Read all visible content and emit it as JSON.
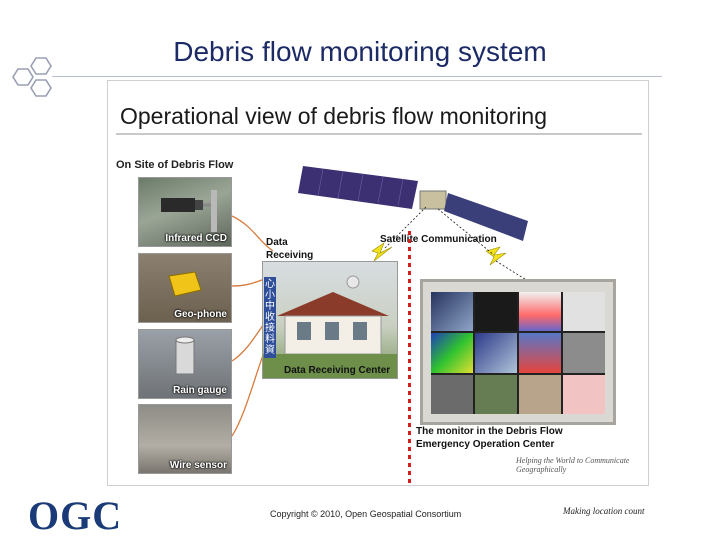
{
  "slide": {
    "title": "Debris flow monitoring system",
    "copyright": "Copyright © 2010, Open Geospatial Consortium",
    "tagline": "Making location count",
    "logo_text": "OGC"
  },
  "figure": {
    "title": "Operational view of debris flow monitoring",
    "site_label": "On Site of Debris Flow",
    "sensors": [
      {
        "label": "Infrared CCD"
      },
      {
        "label": "Geo-phone"
      },
      {
        "label": "Rain gauge"
      },
      {
        "label": "Wire sensor"
      }
    ],
    "data_receiving": "Data\nReceiving",
    "satellite_label": "Satellite Communication",
    "center_label": "Data Receiving Center",
    "chinese_label": "心 小 中 收 接 料 資",
    "monitor_caption": "The monitor in the Debris Flow\nEmergency Operation Center",
    "note": "Helping the World to Communicate\nGeographically"
  },
  "colors": {
    "title": "#1c2a66",
    "logo": "#1b3a78",
    "dotted_line": "#d41f1f",
    "lightning": "#f2e21b"
  },
  "icons": [
    "hexagon-deco-icon",
    "satellite-icon",
    "lightning-icon"
  ]
}
